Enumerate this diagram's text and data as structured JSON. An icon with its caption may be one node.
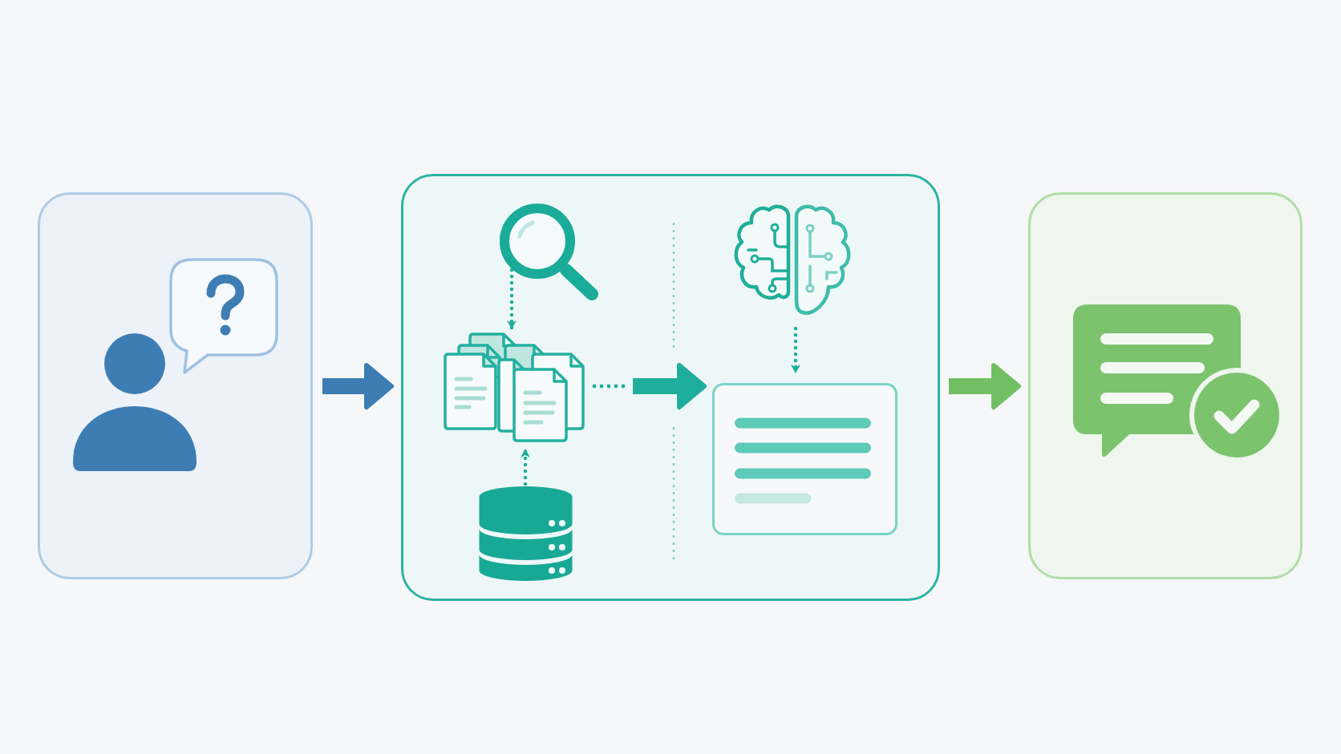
{
  "diagram": {
    "nodes": [
      {
        "text": [],
        "shape": "box"
      },
      {
        "text": [],
        "shape": "person",
        "in": 0
      },
      {
        "text": [],
        "shape": "picture",
        "in": 0
      },
      {
        "text": [],
        "shape": "box"
      },
      {
        "text": [],
        "shape": "picture",
        "in": 3
      },
      {
        "text": [],
        "shape": "picture",
        "in": 3
      },
      {
        "text": [],
        "shape": "cylinder",
        "in": 3
      },
      {
        "text": [],
        "shape": "picture",
        "in": 3
      },
      {
        "text": [],
        "shape": "box",
        "in": 3
      },
      {
        "text": [],
        "shape": "box"
      },
      {
        "text": [],
        "shape": "picture",
        "in": 9
      }
    ],
    "edges": [
      {
        "from": 0,
        "to": 3,
        "arrow": "to",
        "style": "thick",
        "color": "#3d7db4"
      },
      {
        "from": 4,
        "to": 5,
        "arrow": "to",
        "style": "dashed"
      },
      {
        "from": 6,
        "to": 5,
        "arrow": "to",
        "style": "dashed"
      },
      {
        "from": 5,
        "to": 8,
        "arrow": "to",
        "style": "thick"
      },
      {
        "from": 7,
        "to": 8,
        "arrow": "to",
        "style": "dashed"
      },
      {
        "from": 3,
        "to": 9,
        "arrow": "to",
        "style": "thick",
        "color": "#72bf63"
      }
    ]
  }
}
